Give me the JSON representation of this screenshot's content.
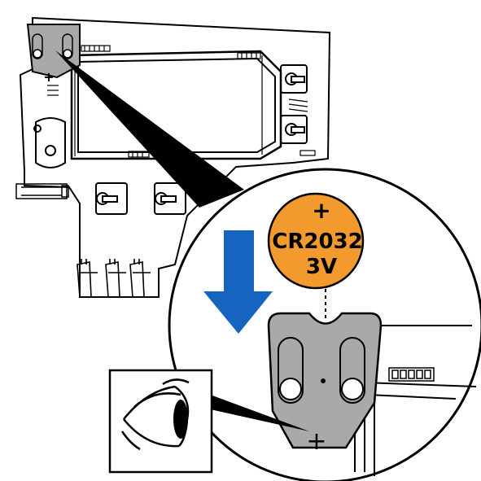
{
  "battery": {
    "polarity": "+",
    "model": "CR2032",
    "voltage": "3V",
    "color": "#F29A2E"
  },
  "holder": {
    "plus_mark": "+",
    "color": "#A9A9A9"
  },
  "board_plus_mark": "+",
  "arrow": {
    "color": "#1565C0",
    "direction": "down"
  }
}
